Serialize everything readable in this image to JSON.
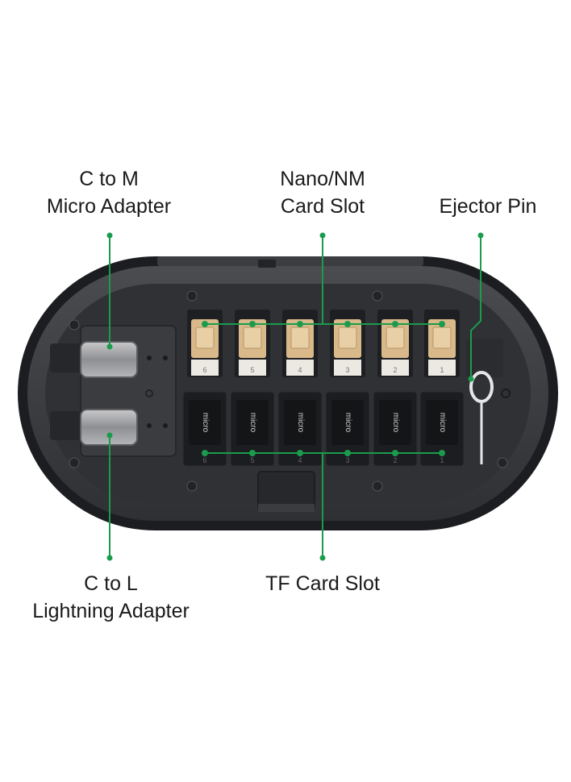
{
  "labels": {
    "c_to_m": {
      "line1": "C to M",
      "line2": "Micro Adapter"
    },
    "nano_slot": {
      "line1": "Nano/NM",
      "line2": "Card Slot"
    },
    "ejector_pin": {
      "line1": "Ejector Pin"
    },
    "c_to_l": {
      "line1": "C to L",
      "line2": "Lightning Adapter"
    },
    "tf_slot": {
      "line1": "TF Card Slot"
    }
  },
  "slot_numbers": [
    "6",
    "5",
    "4",
    "3",
    "2",
    "1"
  ],
  "micro_card_text": "micro",
  "colors": {
    "callout_green": "#1a9c4c",
    "case_outer": "#3a3c40",
    "case_inner": "#2b2d30",
    "sim_gold": "#d9b98a"
  }
}
